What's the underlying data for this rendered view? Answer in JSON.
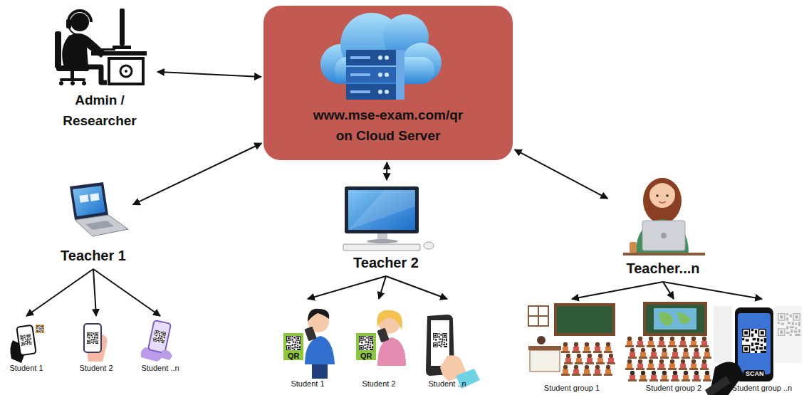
{
  "diagram": {
    "nodes": [
      {
        "text": [
          "Admin / Researcher"
        ]
      },
      {
        "text": [
          "www.mse-exam.com/qr on Cloud Server"
        ]
      },
      {
        "text": [
          "Teacher 1"
        ]
      },
      {
        "text": [
          "Teacher 2"
        ]
      },
      {
        "text": [
          "Teacher...n"
        ]
      },
      {
        "text": [
          "Student 1"
        ]
      },
      {
        "text": [
          "Student 2"
        ]
      },
      {
        "text": [
          "Student ..n"
        ]
      },
      {
        "text": [
          "Student 1"
        ]
      },
      {
        "text": [
          "Student 2"
        ]
      },
      {
        "text": [
          "Student ..n"
        ]
      },
      {
        "text": [
          "Student group 1"
        ]
      },
      {
        "text": [
          "Student group 2"
        ]
      },
      {
        "text": [
          "Student group ..n"
        ]
      }
    ],
    "edges": [
      {
        "from": 0,
        "to": 1,
        "arrow": "both"
      },
      {
        "from": 1,
        "to": 2,
        "arrow": "both"
      },
      {
        "from": 1,
        "to": 3,
        "arrow": "both"
      },
      {
        "from": 1,
        "to": 4,
        "arrow": "both"
      },
      {
        "from": 2,
        "to": 5,
        "arrow": "to"
      },
      {
        "from": 2,
        "to": 6,
        "arrow": "to"
      },
      {
        "from": 2,
        "to": 7,
        "arrow": "to"
      },
      {
        "from": 3,
        "to": 8,
        "arrow": "to"
      },
      {
        "from": 3,
        "to": 9,
        "arrow": "to"
      },
      {
        "from": 3,
        "to": 10,
        "arrow": "to"
      },
      {
        "from": 4,
        "to": 11,
        "arrow": "to"
      },
      {
        "from": 4,
        "to": 12,
        "arrow": "to"
      },
      {
        "from": 4,
        "to": 13,
        "arrow": "to"
      }
    ],
    "labels": [
      "QR",
      "QR",
      "SCAN"
    ]
  }
}
